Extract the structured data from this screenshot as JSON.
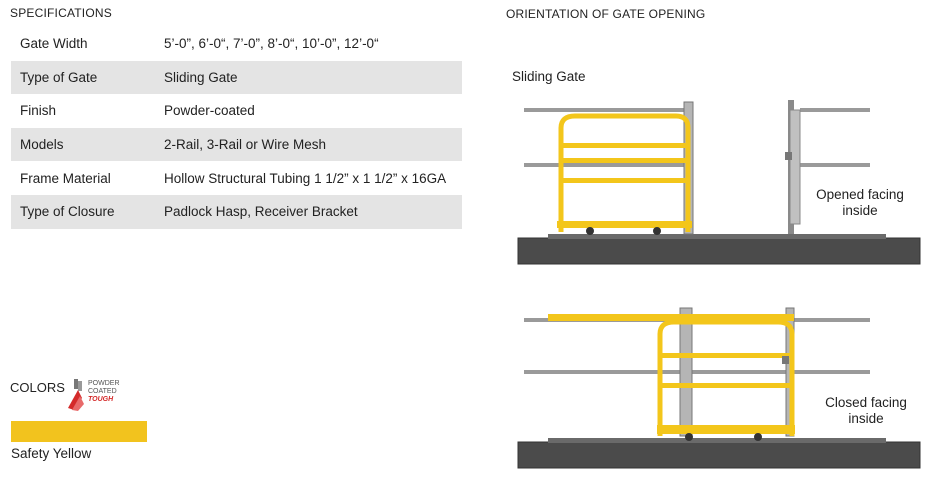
{
  "specifications": {
    "title": "SPECIFICATIONS",
    "rows": [
      {
        "label": "Gate Width",
        "value": "5’-0”, 6’-0“, 7’-0”, 8’-0“, 10’-0”, 12’-0“"
      },
      {
        "label": "Type of Gate",
        "value": "Sliding Gate"
      },
      {
        "label": "Finish",
        "value": "Powder-coated"
      },
      {
        "label": "Models",
        "value": "2-Rail, 3-Rail or Wire Mesh"
      },
      {
        "label": "Frame Material",
        "value": "Hollow Structural Tubing 1 1/2” x 1 1/2” x 16GA"
      },
      {
        "label": "Type of Closure",
        "value": "Padlock Hasp, Receiver Bracket"
      }
    ]
  },
  "colors": {
    "title": "COLORS",
    "logo_text": [
      "POWDER",
      "COATED",
      "TOUGH"
    ],
    "swatch_color": "#f2c31e",
    "swatch_name": "Safety Yellow"
  },
  "orientation": {
    "title": "ORIENTATION OF GATE OPENING",
    "gate_type_label": "Sliding Gate",
    "opened_label": [
      "Opened facing",
      "inside"
    ],
    "closed_label": [
      "Closed facing",
      "inside"
    ]
  },
  "palette": {
    "gate_yellow": "#f3c61b",
    "rail_gray": "#9a9a9a",
    "floor_dark": "#4b4b4b"
  }
}
